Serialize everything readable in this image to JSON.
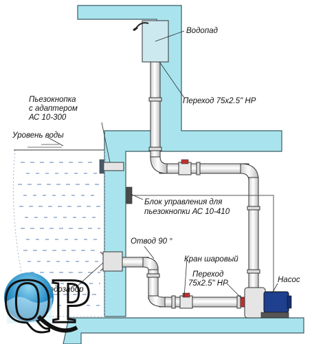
{
  "labels": {
    "waterfall": "Водопад",
    "adapter_top": "Переход 75x2.5\" НР",
    "piezo_line1": "Пьезокнопка",
    "piezo_line2": "с адаптером",
    "piezo_line3": "АС 10-300",
    "water_level": "Уровень воды",
    "control_line1": "Блок управления для",
    "control_line2": "пьезокнопки АС 10-410",
    "elbow": "Отвод 90 °",
    "ball_valve": "Кран шаровый",
    "adapter_bottom_line1": "Переход",
    "adapter_bottom_line2": "75x2.5\" НР",
    "pump": "Насос",
    "intake": "Водозабор"
  },
  "logo": {
    "text": "QP"
  },
  "colors": {
    "wall_fill": "#a9e4ee",
    "wall_stroke": "#3d5a63",
    "pipe_fill": "#f3f3f3",
    "pipe_stroke": "#333333",
    "valve_handle": "#c03030",
    "pump_blue": "#1f3f8f",
    "water_dash": "#5a7fb5"
  }
}
